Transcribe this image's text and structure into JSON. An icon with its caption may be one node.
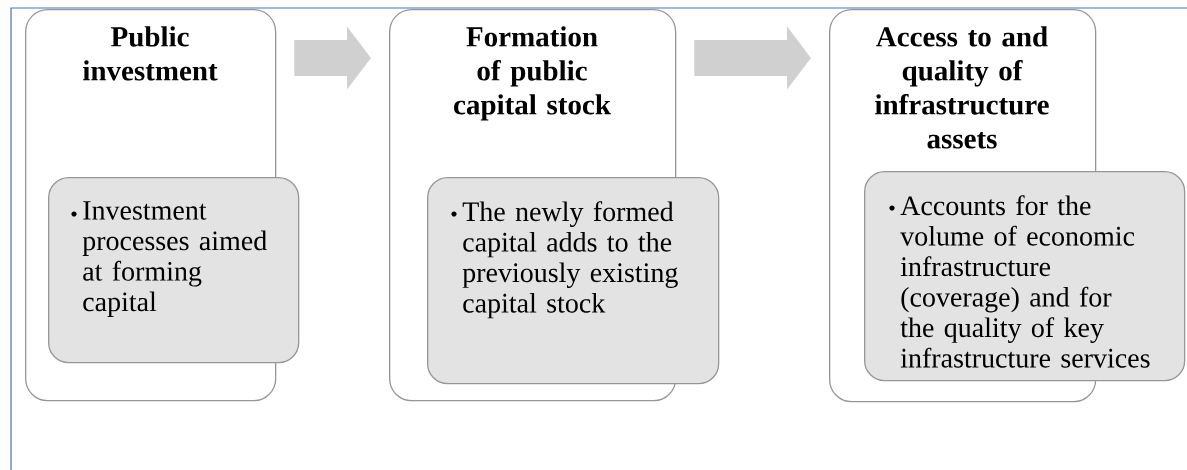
{
  "diagram": {
    "nodes": [
      {
        "text": [
          "Public investment"
        ]
      },
      {
        "text": [
          "Investment processes aimed at forming capital"
        ]
      },
      {
        "text": [
          "Formation of public capital stock"
        ]
      },
      {
        "text": [
          "The newly formed capital adds to the previously existing capital stock"
        ]
      },
      {
        "text": [
          "Access to and quality of infrastructure assets"
        ]
      },
      {
        "text": [
          "Accounts for the volume of economic infrastructure (coverage) and for the quality of key infrastructure services"
        ]
      }
    ],
    "edges": [
      {
        "from": 0,
        "to": 2,
        "arrow": "to"
      },
      {
        "from": 2,
        "to": 4,
        "arrow": "to"
      }
    ]
  }
}
